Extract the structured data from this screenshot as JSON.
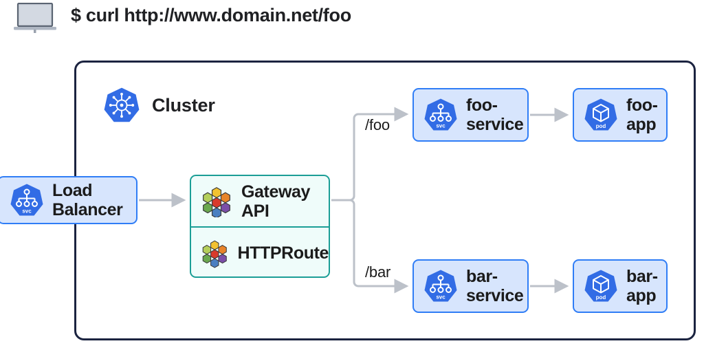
{
  "header": {
    "icon": "laptop-icon",
    "command": "$ curl http://www.domain.net/foo"
  },
  "cluster": {
    "title": "Cluster",
    "icon": "kubernetes-logo-icon"
  },
  "nodes": {
    "load_balancer": {
      "label": "Load\nBalancer",
      "icon": "kubernetes-service-icon",
      "icon_text": "svc"
    },
    "gateway_api": {
      "label": "Gateway\nAPI",
      "icon": "gateway-api-hexagons-icon"
    },
    "httproute": {
      "label": "HTTPRoute",
      "icon": "gateway-api-hexagons-icon"
    },
    "foo_service": {
      "label": "foo-\nservice",
      "icon": "kubernetes-service-icon",
      "icon_text": "svc"
    },
    "foo_app": {
      "label": "foo-\napp",
      "icon": "kubernetes-pod-icon",
      "icon_text": "pod"
    },
    "bar_service": {
      "label": "bar-\nservice",
      "icon": "kubernetes-service-icon",
      "icon_text": "svc"
    },
    "bar_app": {
      "label": "bar-\napp",
      "icon": "kubernetes-pod-icon",
      "icon_text": "pod"
    }
  },
  "edges": {
    "foo_path_label": "/foo",
    "bar_path_label": "/bar"
  },
  "colors": {
    "kubernetes_blue": "#326ce5",
    "node_fill": "#d7e5fd",
    "node_border": "#2f7df6",
    "gateway_border": "#1b9e96",
    "gateway_fill": "#effcfa",
    "cluster_border": "#1b2340",
    "connector_gray": "#bcc1c9",
    "text_dark": "#1b1b1b"
  }
}
